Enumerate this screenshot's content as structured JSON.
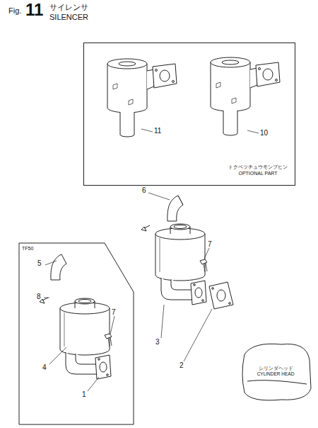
{
  "diagram": {
    "title": "サイレンサ SILENCER",
    "nodes": [
      {
        "text": [
          "トクベツチュウモンブヒン OPTIONAL PART"
        ]
      },
      {
        "text": [
          "TF50"
        ]
      },
      {
        "text": [
          "シリンダヘッド CYLINDER HEAD"
        ]
      }
    ],
    "labels": [
      "Fig.",
      "11",
      "11",
      "10",
      "6",
      "7",
      "5",
      "8",
      "7",
      "3",
      "2",
      "4",
      "1"
    ]
  }
}
